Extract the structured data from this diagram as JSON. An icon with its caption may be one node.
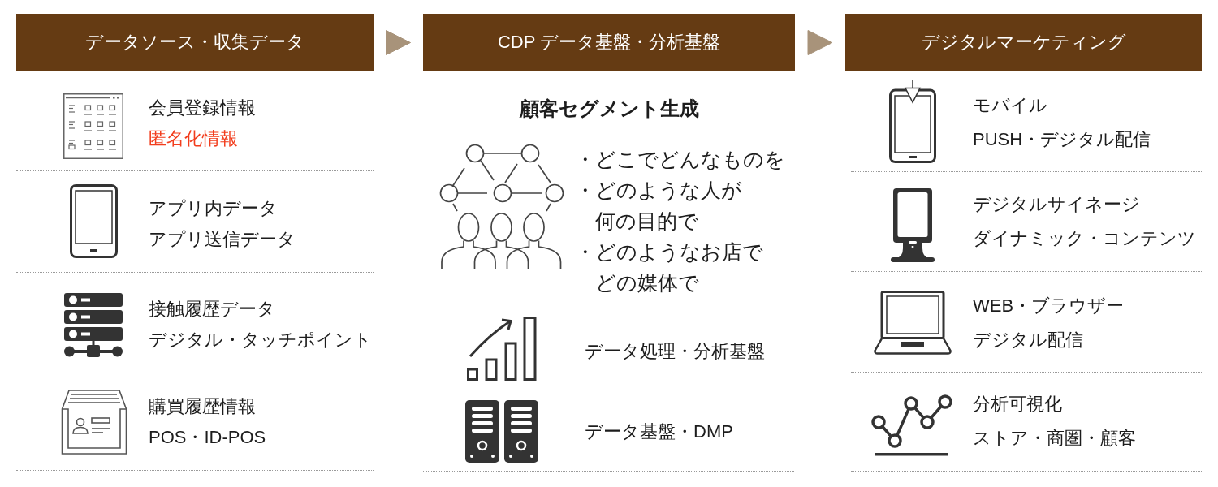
{
  "diagram": {
    "nodes": [
      {
        "text": [
          "データソース・収集データ"
        ]
      },
      {
        "text": [
          "CDP データ基盤・分析基盤"
        ]
      },
      {
        "text": [
          "デジタルマーケティング"
        ]
      }
    ],
    "edges": [
      {
        "from": 0,
        "to": 1,
        "arrow": "to"
      },
      {
        "from": 1,
        "to": 2,
        "arrow": "to"
      }
    ],
    "labels": [
      "会員登録情報",
      "匿名化情報",
      "アプリ内データ",
      "アプリ送信データ",
      "接触履歴データ",
      "デジタル・タッチポイント",
      "購買履歴情報",
      "POS・ID-POS",
      "顧客セグメント生成",
      "・どこでどんなものを",
      "・どのような人が何の目的で",
      "・どのようなお店でどの媒体で",
      "データ処理・分析基盤",
      "データ基盤・DMP",
      "モバイル",
      "PUSH・デジタル配信",
      "デジタルサイネージ",
      "ダイナミック・コンテンツ",
      "WEB・ブラウザー",
      "デジタル配信",
      "分析可視化",
      "ストア・商圏・顧客"
    ]
  }
}
